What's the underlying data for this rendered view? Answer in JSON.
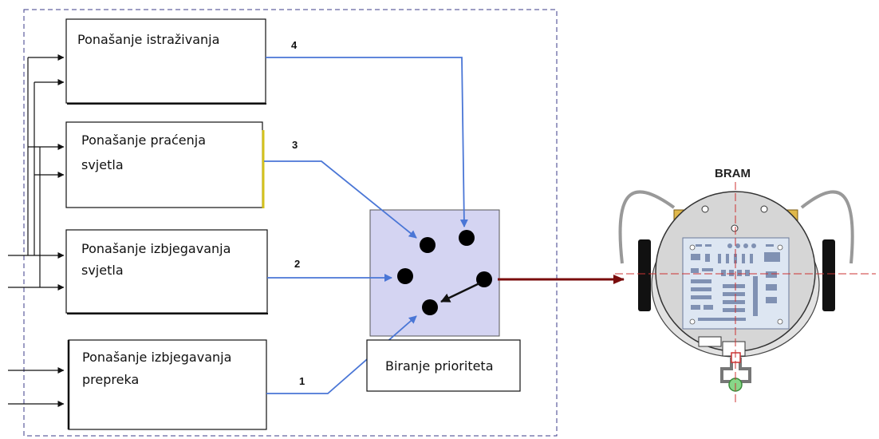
{
  "behaviors": [
    {
      "lines": [
        "Ponašanje istraživanja"
      ],
      "priority": "4"
    },
    {
      "lines": [
        "Ponašanje praćenja",
        "svjetla"
      ],
      "priority": "3"
    },
    {
      "lines": [
        "Ponašanje izbjegavanja",
        "svjetla"
      ],
      "priority": "2"
    },
    {
      "lines": [
        "Ponašanje izbjegavanja",
        "prepreka"
      ],
      "priority": "1"
    }
  ],
  "selector_label": "Biranje prioriteta",
  "robot_name": "BRAM",
  "colors": {
    "frame": "#3b3b8a",
    "behavior_line": "#4a76d6",
    "selector_fill": "#d4d4f2",
    "output_arrow": "#7a0c0c",
    "dot": "#000000",
    "robot_axis": "#cc3333",
    "board": "#dde6f2"
  }
}
